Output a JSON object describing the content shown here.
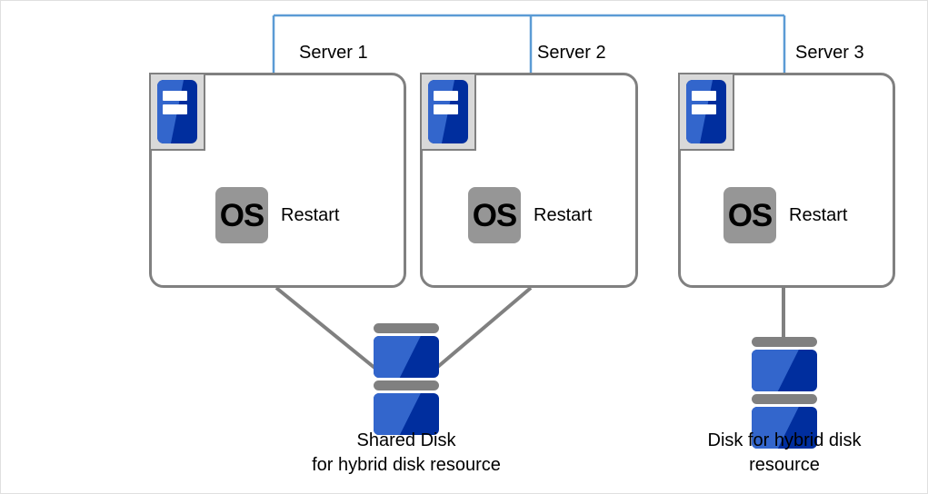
{
  "diagram": {
    "title": "Hybrid disk resource cluster diagram",
    "colors": {
      "network_bracket": "#5b9bd5",
      "box_border": "#808080",
      "connector": "#808080",
      "disk_light": "#3366cc",
      "disk_dark": "#002e9e",
      "os_badge_bg": "#969696",
      "icon_badge_bg": "#d9d9d9",
      "canvas_border": "#e0e0e0"
    },
    "servers": [
      {
        "label": "Server 1",
        "icon_name": "server-icon",
        "os_badge": "OS",
        "status": "Restart"
      },
      {
        "label": "Server 2",
        "icon_name": "server-icon",
        "os_badge": "OS",
        "status": "Restart"
      },
      {
        "label": "Server 3",
        "icon_name": "server-icon",
        "os_badge": "OS",
        "status": "Restart"
      }
    ],
    "disks": [
      {
        "name": "shared-disk",
        "caption": "Shared Disk\nfor hybrid disk resource",
        "connected_servers": [
          "Server 1",
          "Server 2"
        ]
      },
      {
        "name": "hybrid-disk",
        "caption": "Disk for hybrid disk\nresource",
        "connected_servers": [
          "Server 3"
        ]
      }
    ]
  }
}
